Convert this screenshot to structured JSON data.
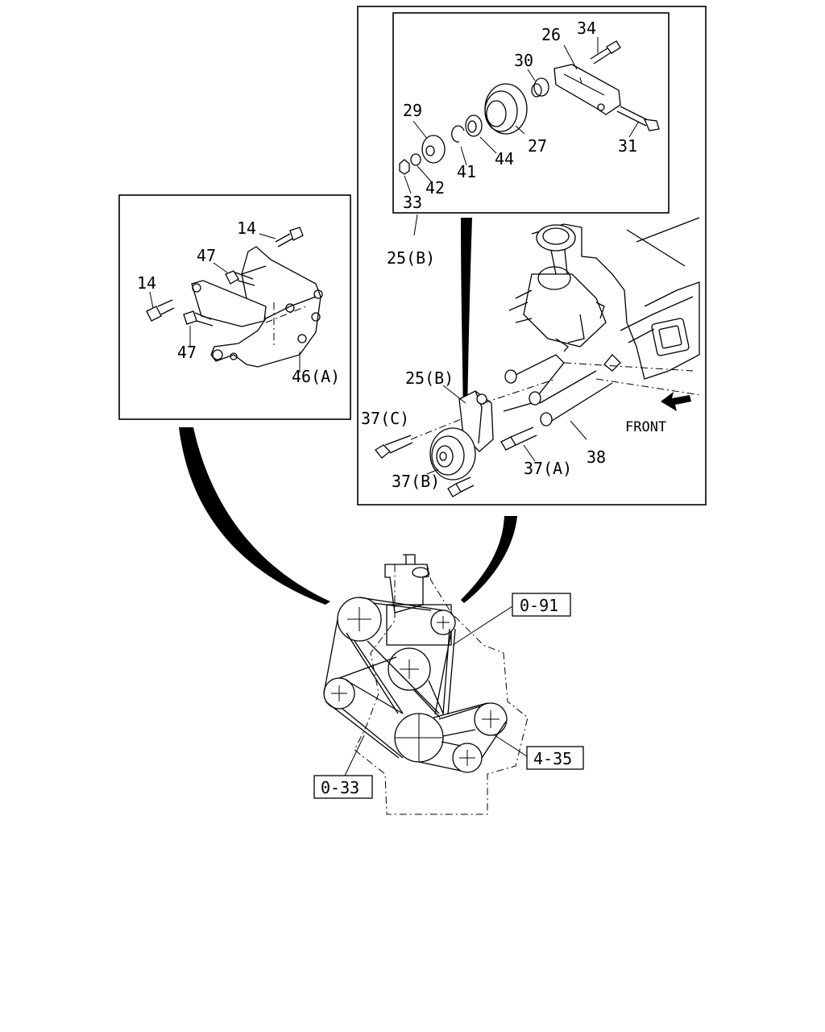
{
  "labels": {
    "l34": "34",
    "l26": "26",
    "l30": "30",
    "l29": "29",
    "l27": "27",
    "l31": "31",
    "l41": "41",
    "l44": "44",
    "l42": "42",
    "l33": "33",
    "l25b_top": "25(B)",
    "l14a": "14",
    "l47a": "47",
    "l14b": "14",
    "l47b": "47",
    "l46a": "46(A)",
    "l25b_mid": "25(B)",
    "l37c": "37(C)",
    "l37b": "37(B)",
    "l37a": "37(A)",
    "l38": "38",
    "front": "FRONT"
  },
  "refs": {
    "r091": "0-91",
    "r435": "4-35",
    "r033": "0-33"
  }
}
